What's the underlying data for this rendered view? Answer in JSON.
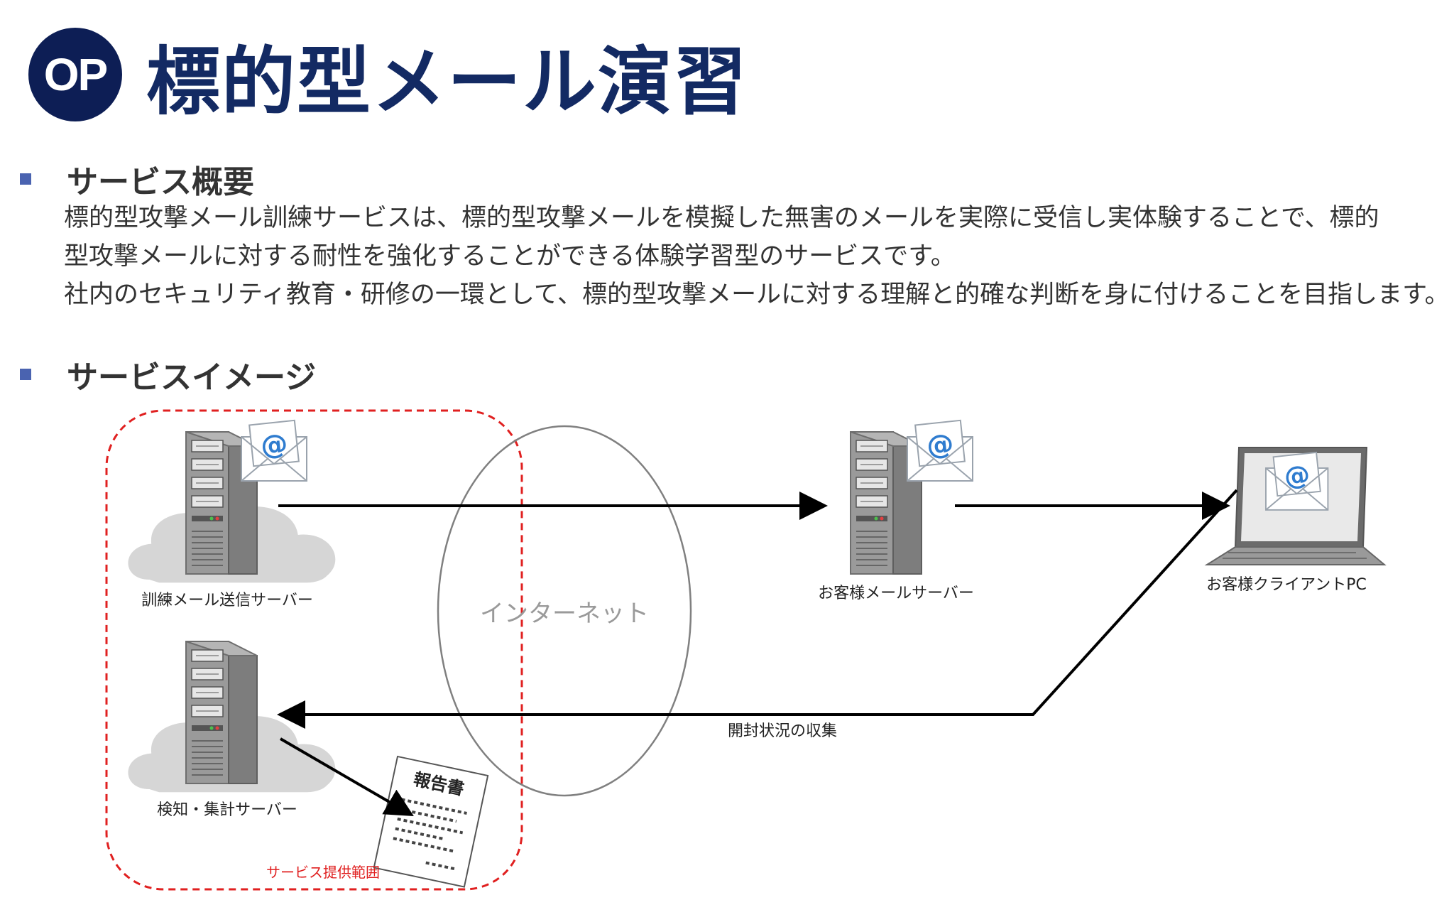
{
  "header": {
    "badge": "OP",
    "title": "標的型メール演習"
  },
  "overview": {
    "heading": "サービス概要",
    "lines": [
      "標的型攻撃メール訓練サービスは、標的型攻撃メールを模擬した無害のメールを実際に受信し実体験することで、標的",
      "型攻撃メールに対する耐性を強化することができる体験学習型のサービスです。",
      "社内のセキュリティ教育・研修の一環として、標的型攻撃メールに対する理解と的確な判断を身に付けることを目指します。"
    ]
  },
  "image_section": {
    "heading": "サービスイメージ"
  },
  "diagram": {
    "nodes": {
      "send_server": "訓練メール送信サーバー",
      "detect_server": "検知・集計サーバー",
      "customer_mail_server": "お客様メールサーバー",
      "client_pc": "お客様クライアントPC"
    },
    "internet_label": "インターネット",
    "collect_label": "開封状況の収集",
    "scope_label": "サービス提供範囲",
    "report_title": "報告書",
    "email_symbol": "@",
    "colors": {
      "scope_border": "#e02020",
      "arrow": "#000000",
      "ellipse": "#808080",
      "server": "#8e8e8e",
      "cloud": "#d6d6d6",
      "email_at": "#2f7ccf"
    }
  }
}
